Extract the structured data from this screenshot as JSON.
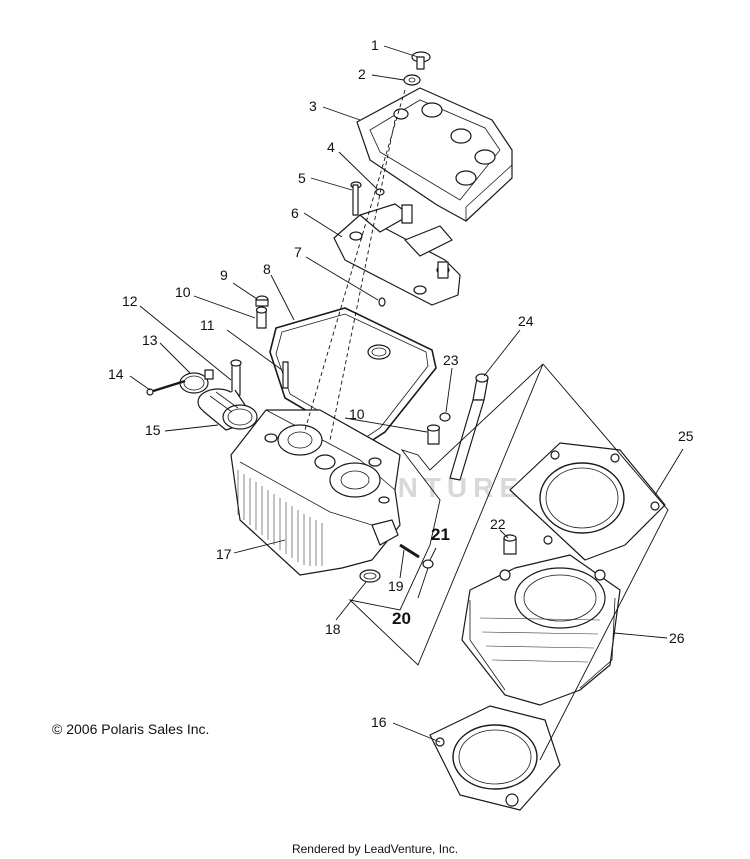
{
  "copyright": "© 2006 Polaris Sales Inc.",
  "footer": "Rendered by LeadVenture, Inc.",
  "watermark": "LEADVENTURE",
  "callouts": [
    "1",
    "2",
    "3",
    "4",
    "5",
    "6",
    "7",
    "8",
    "9",
    "10",
    "10",
    "11",
    "12",
    "13",
    "14",
    "15",
    "16",
    "17",
    "18",
    "19",
    "20",
    "21",
    "22",
    "23",
    "24",
    "25",
    "26"
  ]
}
